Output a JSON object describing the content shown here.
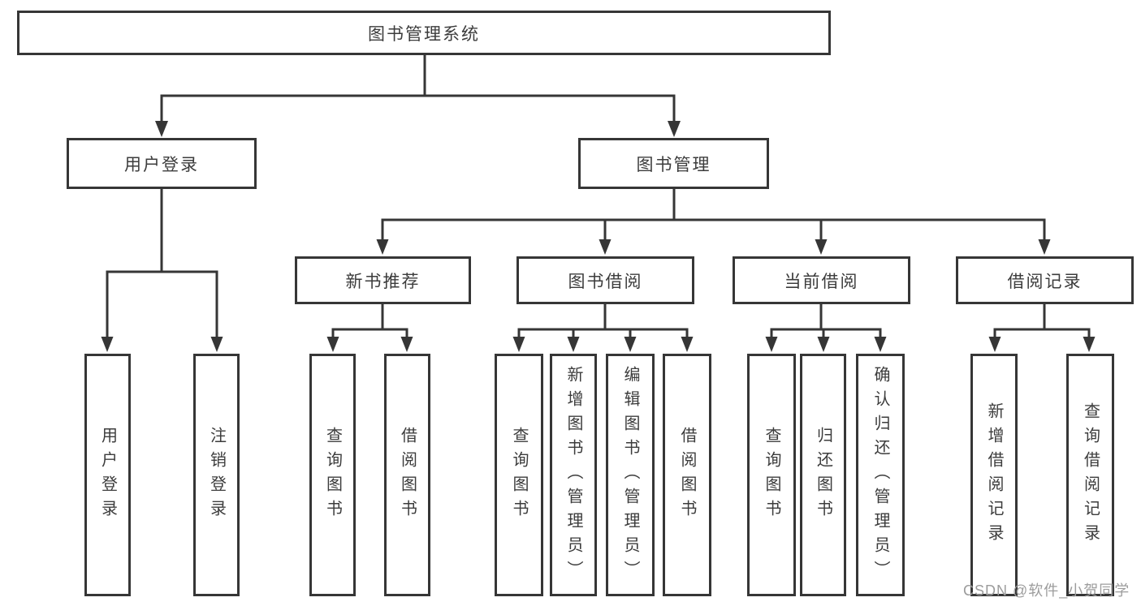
{
  "tree": {
    "root": {
      "label": "图书管理系统",
      "children": [
        {
          "label": "用户登录",
          "children": [
            {
              "label": "用户登录"
            },
            {
              "label": "注销登录"
            }
          ]
        },
        {
          "label": "图书管理",
          "children": [
            {
              "label": "新书推荐",
              "children": [
                {
                  "label": "查询图书"
                },
                {
                  "label": "借阅图书"
                }
              ]
            },
            {
              "label": "图书借阅",
              "children": [
                {
                  "label": "查询图书"
                },
                {
                  "label": "新增图书（管理员）"
                },
                {
                  "label": "编辑图书（管理员）"
                },
                {
                  "label": "借阅图书"
                }
              ]
            },
            {
              "label": "当前借阅",
              "children": [
                {
                  "label": "查询图书"
                },
                {
                  "label": "归还图书"
                },
                {
                  "label": "确认归还（管理员）"
                }
              ]
            },
            {
              "label": "借阅记录",
              "children": [
                {
                  "label": "新增借阅记录"
                },
                {
                  "label": "查询借阅记录"
                }
              ]
            }
          ]
        }
      ]
    }
  },
  "watermark": "CSDN @软件_小贺同学",
  "colors": {
    "line": "#363636",
    "box_border": "#363636",
    "text": "#3c3c3c",
    "watermark": "#9c9c9c",
    "background": "#ffffff"
  }
}
